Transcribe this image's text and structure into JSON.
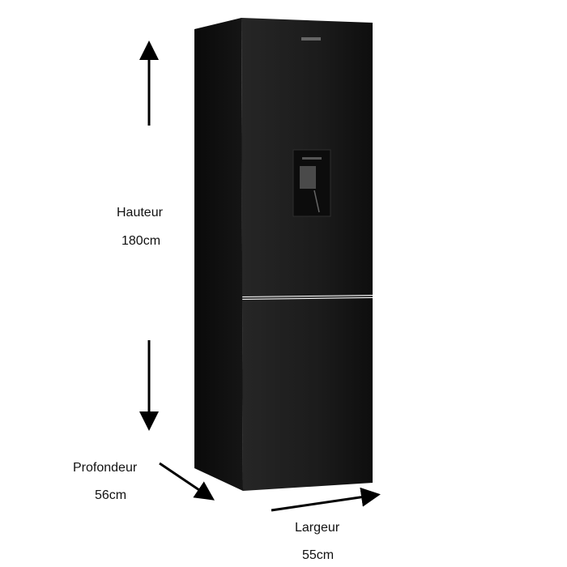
{
  "product": {
    "type": "fridge-freezer",
    "color": "#161616",
    "features": [
      "water-dispenser"
    ]
  },
  "dimensions": {
    "height": {
      "label": "Hauteur",
      "value": "180cm"
    },
    "depth": {
      "label": "Profondeur",
      "value": "56cm"
    },
    "width": {
      "label": "Largeur",
      "value": "55cm"
    }
  },
  "icons": [
    "arrow-up-icon",
    "arrow-down-icon",
    "arrow-diagonal-icon",
    "arrow-right-icon"
  ]
}
